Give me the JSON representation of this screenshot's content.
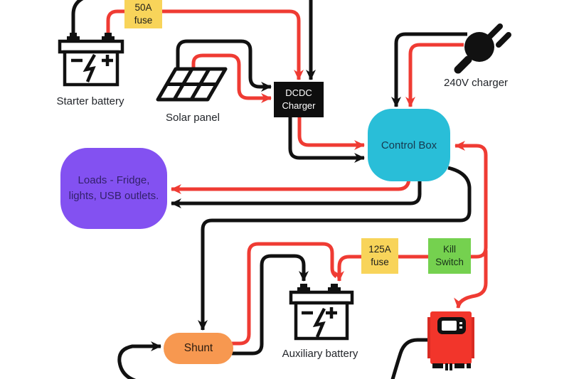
{
  "colors": {
    "positive_wire_red": "#EF3B33",
    "negative_wire_black": "#111111",
    "fuse_box_yellow": "#F8D45A",
    "kill_switch_green": "#75D14F",
    "shunt_orange": "#F79850",
    "control_box_cyan": "#29BED8",
    "loads_box_purple": "#8351F1",
    "inverter_red": "#F2352B"
  },
  "nodes": {
    "fuse_50a": {
      "line1": "50A",
      "line2": "fuse"
    },
    "starter_battery": {
      "label": "Starter battery",
      "icon": "battery-icon"
    },
    "solar_panel": {
      "label": "Solar panel",
      "icon": "solar-panel-icon"
    },
    "dcdc_charger": {
      "line1": "DCDC",
      "line2": "Charger"
    },
    "charger_240v": {
      "label": "240V charger",
      "icon": "power-plug-icon"
    },
    "control_box": {
      "label": "Control Box"
    },
    "loads": {
      "line1": "Loads - Fridge,",
      "line2": "lights, USB outlets."
    },
    "fuse_125a": {
      "line1": "125A",
      "line2": "fuse"
    },
    "kill_switch": {
      "line1": "Kill",
      "line2": "Switch"
    },
    "shunt": {
      "label": "Shunt"
    },
    "aux_battery": {
      "label": "Auxiliary battery",
      "icon": "battery-icon"
    },
    "inverter": {
      "icon": "inverter-icon"
    }
  }
}
